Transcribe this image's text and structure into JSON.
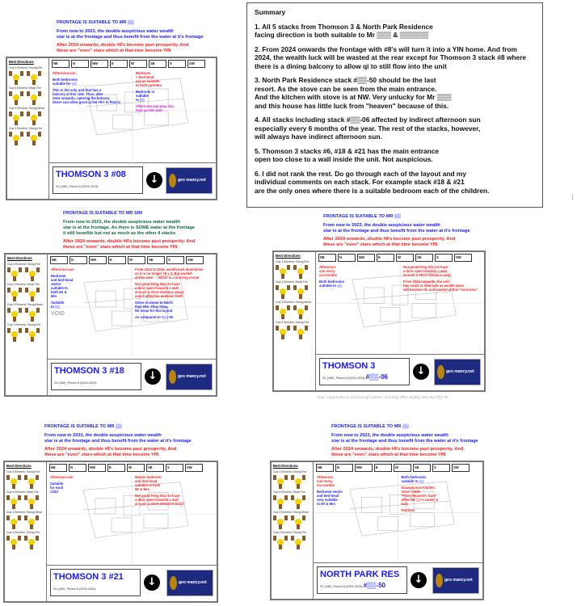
{
  "summary": {
    "title": "Summary",
    "items": [
      "1. All 5 stacks from Thomson 3 & North Park Residence\nfacing direction is both suitable to Mr ▒▒▒ & ▒▒▒▒▒▒",
      "2. From 2024 onwards the frontage with #8's will turn it into a YIN home. And from 2024, the wealth luck will be wasted at the rear except for Thomson 3 stack #8 where there is a dining balcony to allow qi to still flow into the unit",
      "3. North Park Residence stack #▒▒-50 should be the last\nresort. As the stove can be seen from the main entrance.\nAnd the kitchen with stove is at NW. Very unlucky for Mr ▒▒▒\nand this house has little luck from \"heaven\" because of this.",
      "4. All stacks including stack #▒▒-06 affected by indirect afternoon sun\nespecially every 6 months of the year. The rest of the stacks, however,\nwill always have indirect afternoon sun.",
      "5. Thomson 3 stacks #6, #18 & #21 has the main entrance\nopen too close to a wall inside the unit. Not auspicious.",
      "6. I did not rank the rest. Do go through each of the layout and my\nindividual comments on each stack. For example stack #18 & #21\nare the only ones where there is a suitable bedroom each of the children."
    ]
  },
  "common": {
    "best_directions": "Best Directions",
    "period": "Period 8 (2004-2023)",
    "logo_text": "geo mancy.net",
    "arrow_icon": "down-arrow-circle-icon",
    "directions": [
      "NE",
      "N",
      "NW",
      "E",
      "W",
      "SE",
      "S",
      "SW"
    ],
    "groups": [
      "Gua 3 Element: Strong Fire",
      "Gua 4 Element: Weak Fire",
      "Gua 3 Element: Strong Metal",
      "Gua 3 Element: Strong Fire"
    ]
  },
  "panels": [
    {
      "frontage": "FRONTAGE IS SUITABLE TO MR ▒▒",
      "line1": "From now to 2023, the double auspicious water wealth\nstar is at the frontage and thus benefit from the water at it's frontage",
      "line1_color": "blue",
      "line2": "After 2024 onwards, double #8's become past prosperity. And\nthese are \"even\" stars which at that time become YIN",
      "title": "THOMSON 3 #08",
      "subtitle": "S3 (180), Period 8 (2004-2023)",
      "stack_suffix": "",
      "annotations": [
        {
          "text": "Afternoon sun",
          "color": "red"
        },
        {
          "text": "Both bedrooms\nsuitable for ▒▒",
          "color": "blue"
        },
        {
          "text": "This is the only unit that has a\nbalcony at this side. Thus, after\n2024 onwards, opening the balcony\ndoors can allow good qi the #8's to flow in",
          "color": "blue"
        },
        {
          "text": "Bedroom\n+ bed-head\nnot as suitable\nto both partners",
          "color": "red"
        },
        {
          "text": "Bedroom is\nsuitable\nto ▒▒",
          "color": "blue"
        },
        {
          "text": "Afternoon sun may also\nheat up this wall",
          "color": "mag"
        }
      ]
    },
    {
      "frontage": "FRONTAGE IS SUITABLE TO MR SIM",
      "line1": "From now to 2023, the double auspicious water wealth\nstar is at the frontage. As there is SOME water at the frontage\nit still benefits but not as much as the other 4 stacks",
      "line1_color": "green",
      "line2": "After 2024 onwards, double #8's become past prosperity. And\nthese are \"even\" stars which at that time become YIN",
      "title": "THOMSON 3 #18",
      "subtitle": "S3 (180), Period 8 (2004-2023)",
      "stack_suffix": "",
      "annotations": [
        {
          "text": "Afternoon sun",
          "color": "red"
        },
        {
          "text": "Bedroom\nand bed-head\nsector\nsuitable to\nboth Mr &\nMrs",
          "color": "blue"
        },
        {
          "text": "Suitable\nto ▒▒",
          "color": "blue"
        },
        {
          "text": "VOID",
          "color": "grey"
        },
        {
          "text": "From 2024 to 2043, wealth luck diminishes\nas it is no longer #8 x 2. But wasted\nat this area → which is a missing corner",
          "color": "red"
        },
        {
          "text": "Not good Feng Shui to have\na door open towards a wall\nat such a short distance away!\navoid reflective material, here",
          "color": "red"
        },
        {
          "text": "Stove is closer to North\nthan NW. Thus Okay.\nNo issue for this layout",
          "color": "blue"
        },
        {
          "text": "As compared to #▒▒-50",
          "color": "blue"
        }
      ]
    },
    {
      "frontage": "FRONTAGE IS SUITABLE TO MR ▒▒",
      "line1": "From now to 2023, the double auspicious water wealth\nstar is at the frontage and thus benefit from the water at it's frontage",
      "line1_color": "blue",
      "line2": "After 2024 onwards, double #8's become past prosperity. And\nthese are \"even\" stars which at that time become YIN",
      "title": "THOMSON 3",
      "subtitle": "S2 (180), Period 8 (2004-2023)",
      "stack_suffix": "#▒▒-06",
      "annotations": [
        {
          "text": "Afternoon\nsun every\nsix months",
          "color": "red"
        },
        {
          "text": "Both bedrooms\nsuitable to ▒▒",
          "color": "blue"
        },
        {
          "text": "Not good Feng Shui to have\na door open towards a wall\nat such a short distance away",
          "color": "red"
        },
        {
          "text": "From 2024 onwards, the unit\nhas small or little luck as wealth stars\nwill become #8, and wasted at this \"void area\"",
          "color": "red"
        }
      ]
    },
    {
      "frontage": "FRONTAGE IS SUITABLE TO MR ▒▒",
      "line1": "From now to 2023, the double auspicious water wealth\nstar is at the frontage and thus benefit from the water at it's frontage",
      "line1_color": "blue",
      "line2": "After 2024 onwards, double #8's become past prosperity. And\nthese are \"even\" stars which at that time become YIN",
      "title": "THOMSON 3 #21",
      "subtitle": "S3 (180), Period 8 (2004-2023)",
      "stack_suffix": "",
      "annotations": [
        {
          "text": "Afternoon sun",
          "color": "red"
        },
        {
          "text": "Suitable\nfor each\nchild",
          "color": "blue"
        },
        {
          "text": "Master bedroom\nand bed-head\nsuitable to both\nMr & Mrs",
          "color": "red"
        },
        {
          "text": "Not good Feng Shui to have\na door open towards a wall\nat such a short distance away!",
          "color": "red"
        }
      ]
    },
    {
      "frontage": "FRONTAGE IS SUITABLE TO MR ▒▒",
      "line1": "From now to 2023, the double auspicious water wealth\nstar is at the frontage and thus benefit from the water at it's frontage",
      "line1_color": "blue",
      "line2": "After 2024 onwards, double #8's become past prosperity. And\nthese are \"even\" stars which at that time become YIN",
      "title": "NORTH PARK RES",
      "subtitle": "S2 (180), Period 8 (2004-2023)",
      "stack_suffix": "#▒▒-50",
      "annotations": [
        {
          "text": "Afternoon\nsun every\nsix months",
          "color": "red"
        },
        {
          "text": "Bedroom sector\nand bed-head\nvery suitable\nto Mr & Mrs",
          "color": "blue"
        },
        {
          "text": "Both bedrooms\nsuitable to ▒▒",
          "color": "blue"
        },
        {
          "text": "Inauspicious kitchen\nstove @NW\n\"Fire@Heaven's Gate\"\naffect Mr ▒▒'s career &\nluck",
          "color": "red"
        },
        {
          "text": "Partition",
          "color": "red"
        }
      ]
    }
  ],
  "note": "Note: Layout plan is just a rough outline. And may differ slightly with say #▒▒-06"
}
